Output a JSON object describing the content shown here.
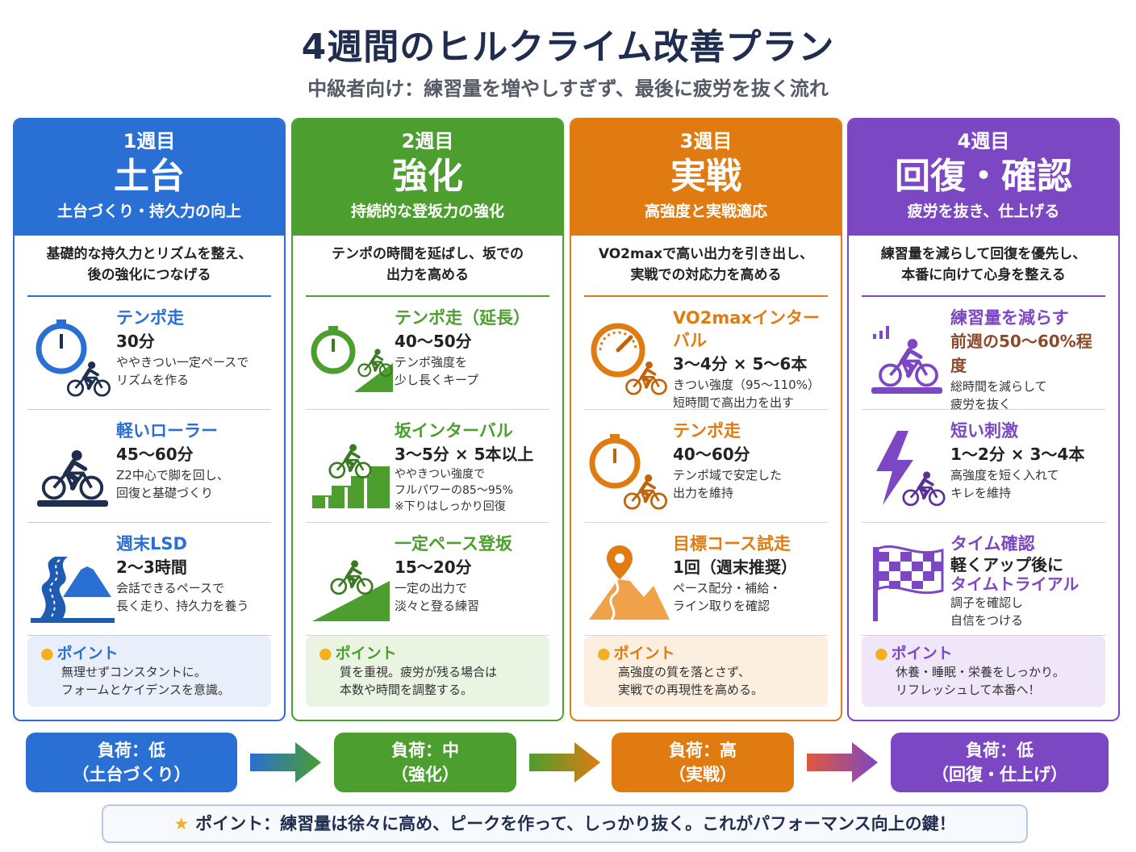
{
  "title": "4週間のヒルクライム改善プラン",
  "subtitle": "中級者向け：練習量を増やしすぎず、最後に疲労を抜く流れ",
  "colors": {
    "blue": "#2a6fd3",
    "green": "#4c9e2e",
    "orange": "#e07b12",
    "purple": "#7c47c2",
    "navy": "#1f2d4f"
  },
  "weeks": [
    {
      "week": "1週目",
      "theme": "土台",
      "focus": "土台づくり・持久力の向上",
      "desc": "基礎的な持久力とリズムを整え、\n後の強化につなげる",
      "items": [
        {
          "icon": "stopwatch-cyclist-icon",
          "title": "テンポ走",
          "value": "30分",
          "note": "ややきつい一定ペースで\nリズムを作る"
        },
        {
          "icon": "indoor-trainer-icon",
          "title": "軽いローラー",
          "value": "45〜60分",
          "note": "Z2中心で脚を回し、\n回復と基礎づくり"
        },
        {
          "icon": "winding-road-mountain-icon",
          "title": "週末LSD",
          "value": "2〜3時間",
          "note": "会話できるペースで\n長く走り、持久力を養う"
        }
      ],
      "point_label": "ポイント",
      "point_text": "無理せずコンスタントに。\nフォームとケイデンスを意識。"
    },
    {
      "week": "2週目",
      "theme": "強化",
      "focus": "持続的な登坂力の強化",
      "desc": "テンポの時間を延ばし、坂での\n出力を高める",
      "items": [
        {
          "icon": "stopwatch-climb-icon",
          "title": "テンポ走（延長）",
          "value": "40〜50分",
          "note": "テンポ強度を\n少し長くキープ"
        },
        {
          "icon": "stair-climb-icon",
          "title": "坂インターバル",
          "value": "3〜5分 × 5本以上",
          "note": "ややきつい強度で\nフルパワーの85〜95%\n※下りはしっかり回復"
        },
        {
          "icon": "slope-climb-icon",
          "title": "一定ペース登坂",
          "value": "15〜20分",
          "note": "一定の出力で\n淡々と登る練習"
        }
      ],
      "point_label": "ポイント",
      "point_text": "質を重視。疲労が残る場合は\n本数や時間を調整する。"
    },
    {
      "week": "3週目",
      "theme": "実戦",
      "focus": "高強度と実戦適応",
      "desc": "VO2maxで高い出力を引き出し、\n実戦での対応力を高める",
      "items": [
        {
          "icon": "gauge-cyclist-icon",
          "title": "VO2maxインターバル",
          "value": "3〜4分 × 5〜6本",
          "note": "きつい強度（95〜110%）\n短時間で高出力を出す"
        },
        {
          "icon": "stopwatch-cyclist-icon",
          "title": "テンポ走",
          "value": "40〜60分",
          "note": "テンポ域で安定した\n出力を維持"
        },
        {
          "icon": "map-pin-mountain-icon",
          "title": "目標コース試走",
          "value": "1回（週末推奨）",
          "note": "ペース配分・補給・\nライン取りを確認"
        }
      ],
      "point_label": "ポイント",
      "point_text": "高強度の質を落とさず、\n実戦での再現性を高める。"
    },
    {
      "week": "4週目",
      "theme": "回復・確認",
      "focus": "疲労を抜き、仕上げる",
      "desc": "練習量を減らして回復を優先し、\n本番に向けて心身を整える",
      "items": [
        {
          "icon": "trainer-recovery-icon",
          "title": "練習量を減らす",
          "value": "前週の50〜60%程度",
          "note": "総時間を減らして\n疲労を抜く"
        },
        {
          "icon": "lightning-cyclist-icon",
          "title": "短い刺激",
          "value": "1〜2分 × 3〜4本",
          "note": "高強度を短く入れて\nキレを維持"
        },
        {
          "icon": "checkered-flag-icon",
          "title": "タイム確認",
          "value": "軽くアップ後に",
          "value2": "タイムトライアル",
          "note": "調子を確認し\n自信をつける"
        }
      ],
      "point_label": "ポイント",
      "point_text": "休養・睡眠・栄養をしっかり。\nリフレッシュして本番へ！"
    }
  ],
  "loads": [
    {
      "line1": "負荷：低",
      "line2": "（土台づくり）"
    },
    {
      "line1": "負荷：中",
      "line2": "（強化）"
    },
    {
      "line1": "負荷：高",
      "line2": "（実戦）"
    },
    {
      "line1": "負荷：低",
      "line2": "（回復・仕上げ）"
    }
  ],
  "banner": "ポイント：練習量は徐々に高め、ピークを作って、しっかり抜く。これがパフォーマンス向上の鍵！"
}
